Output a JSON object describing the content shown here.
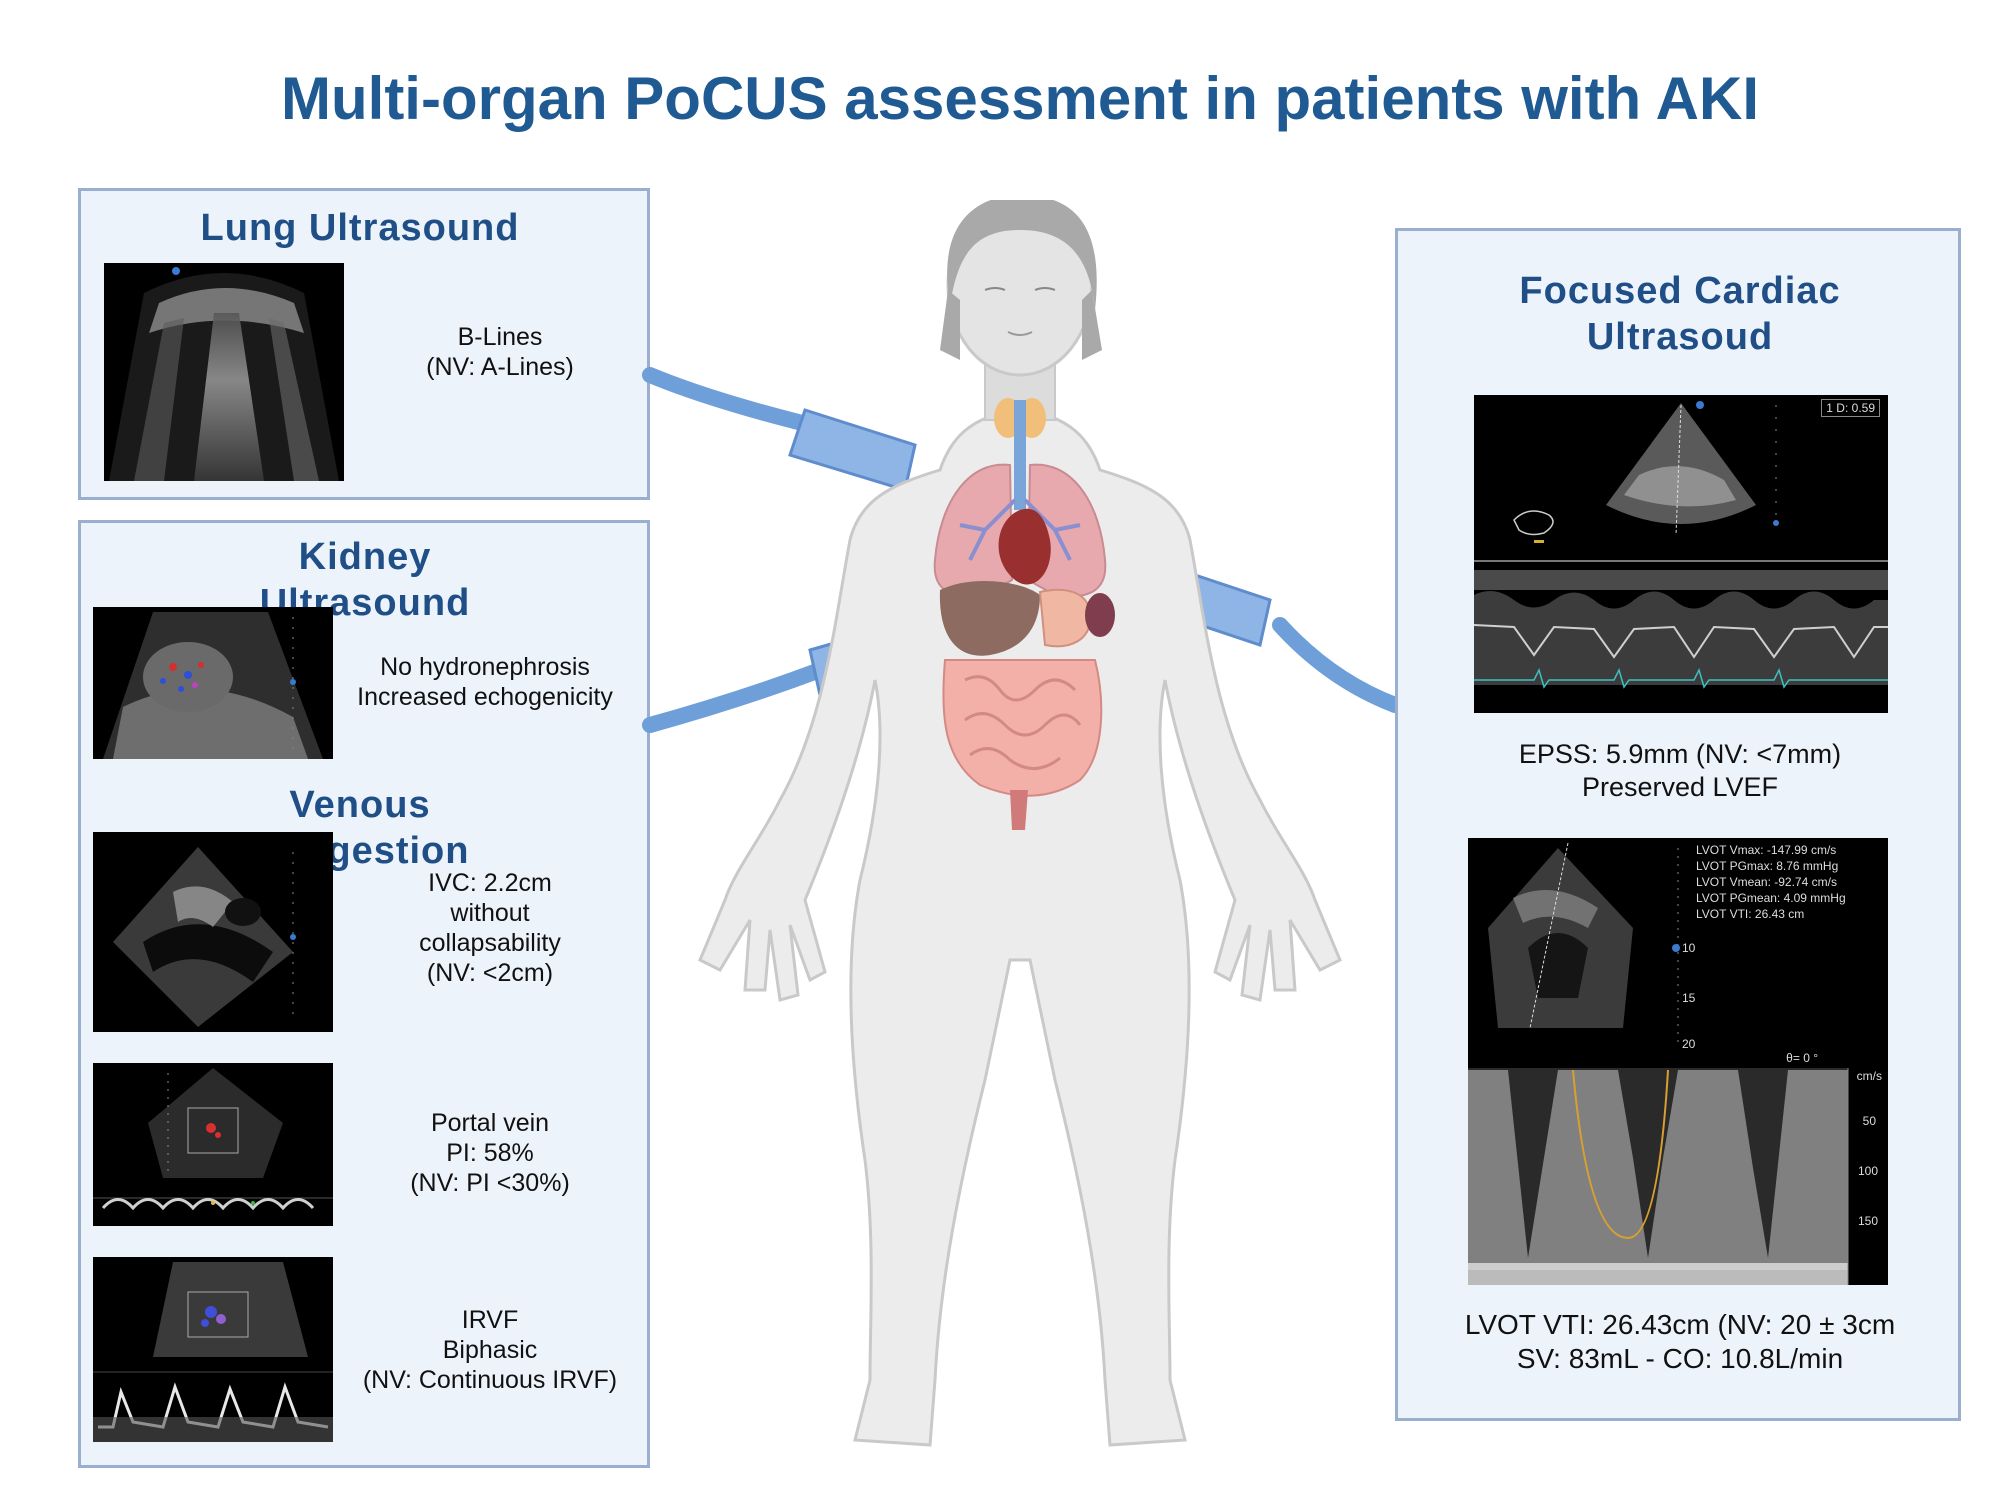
{
  "title": "Multi-organ PoCUS assessment in patients with AKI",
  "colors": {
    "title": "#1f5a92",
    "panel_bg": "#edf3fb",
    "panel_border": "#9aaed0",
    "probe": "#6f9fd8"
  },
  "lung": {
    "title": "Lung Ultrasound",
    "caption_line1": "B-Lines",
    "caption_line2": "(NV: A-Lines)"
  },
  "kidney": {
    "title_line1": "Kidney",
    "title_line2": "Ultrasound",
    "caption_line1": "No hydronephrosis",
    "caption_line2": "Increased echogenicity"
  },
  "venous": {
    "title_line1": "Venous",
    "title_line2": "Congestion",
    "ivc": [
      "IVC: 2.2cm",
      "without",
      "collapsability",
      "(NV: <2cm)"
    ],
    "portal": [
      "Portal vein",
      "PI: 58%",
      "(NV: PI <30%)"
    ],
    "irvf": [
      "IRVF",
      "Biphasic",
      "(NV: Continuous IRVF)"
    ]
  },
  "cardiac": {
    "title_line1": "Focused Cardiac",
    "title_line2": "Ultrasoud",
    "mmode_depth_label": "1  D: 0.59",
    "epss_line1": "EPSS: 5.9mm (NV: <7mm)",
    "epss_line2": "Preserved LVEF",
    "lvot_readout": [
      "LVOT Vmax: -147.99 cm/s",
      "LVOT PGmax: 8.76   mmHg",
      "LVOT Vmean: -92.74 cm/s",
      "LVOT PGmean: 4.09   mmHg",
      "LVOT VTI: 26.43  cm"
    ],
    "doppler_unit": "cm/s",
    "doppler_ticks": [
      "50",
      "100",
      "150"
    ],
    "depth_ticks": [
      "10",
      "15",
      "20"
    ],
    "angle_label": "θ= 0 °",
    "vti_line1": "LVOT VTI: 26.43cm (NV: 20 ± 3cm",
    "vti_line2": "SV: 83mL - CO: 10.8L/min"
  },
  "icons": [
    "ultrasound-probe-icon",
    "human-body-icon"
  ]
}
